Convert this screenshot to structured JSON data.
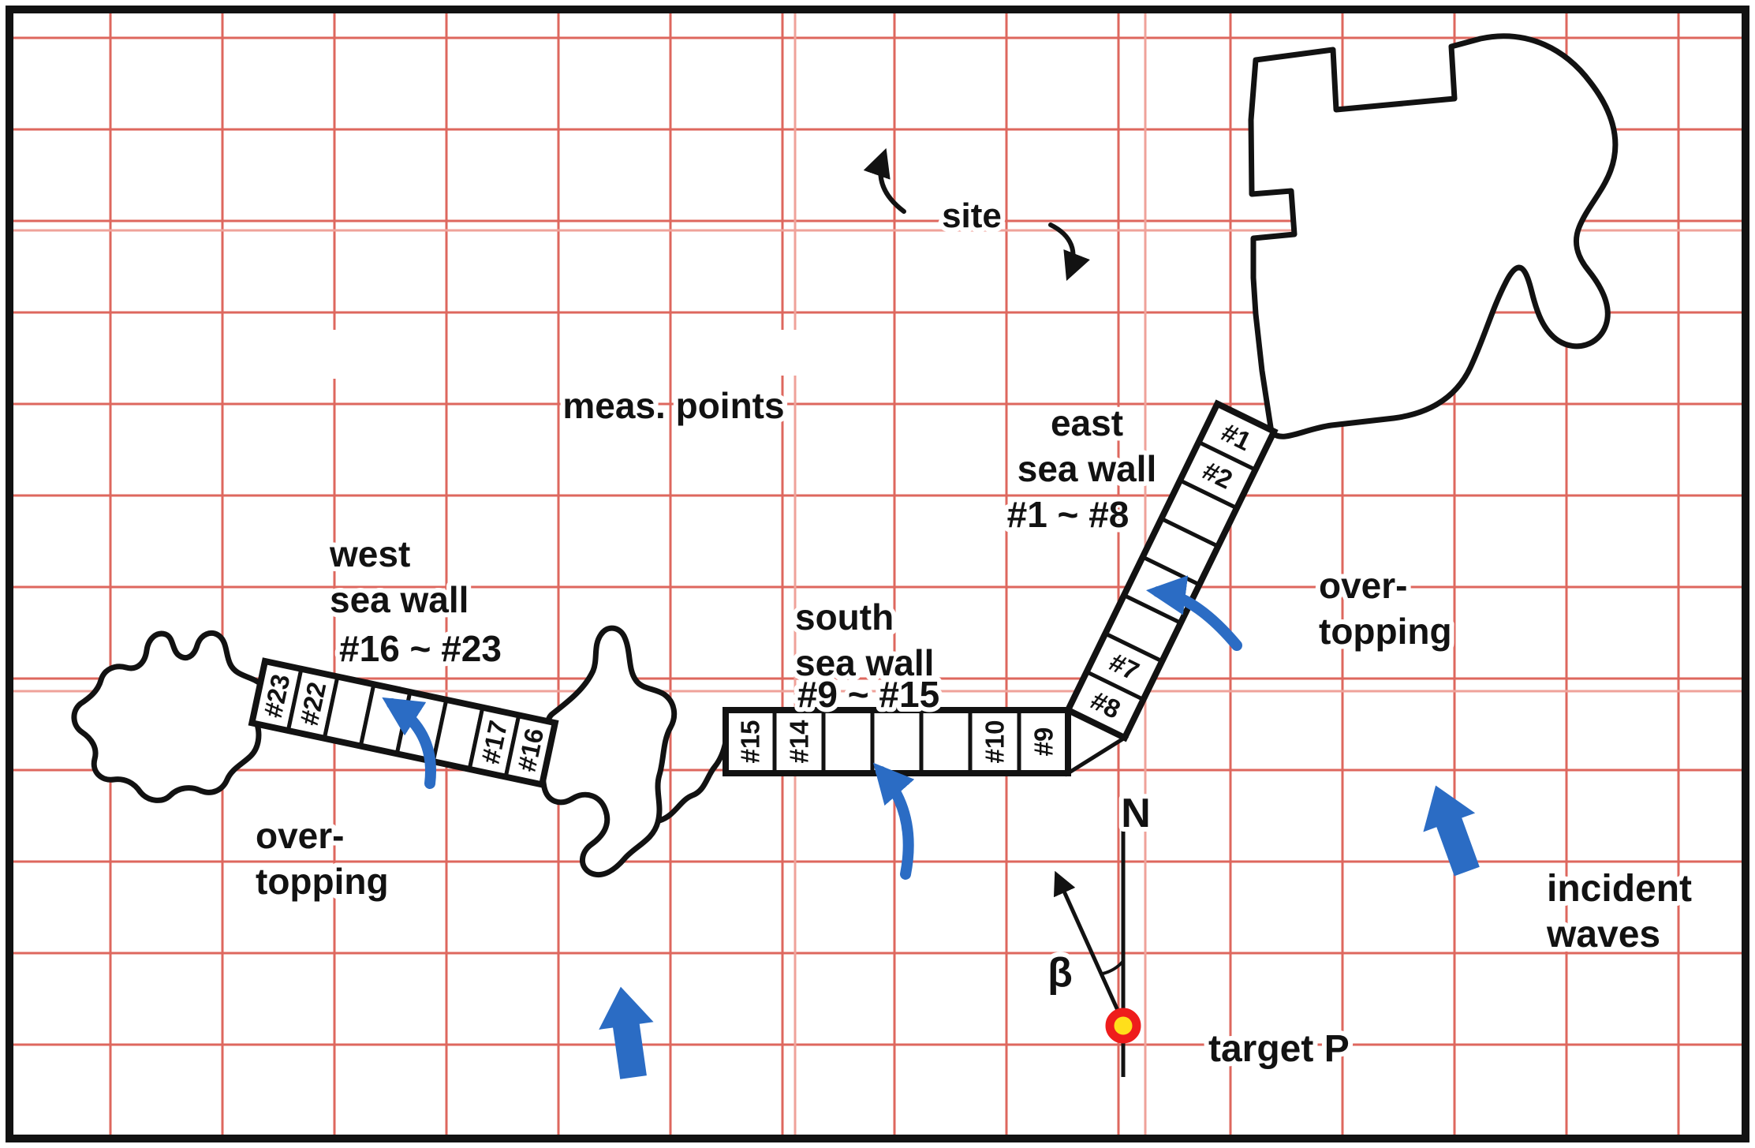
{
  "colors": {
    "grid": "#de675e",
    "grid_light": "#efa29a",
    "outline": "#121212",
    "arrow_blue": "#2b6cc4",
    "target_ring": "#ee1c1c",
    "target_center": "#ffdf1b",
    "text": "#121212",
    "background": "#ffffff"
  },
  "annotations": {
    "site": "site",
    "meas_points": "meas. points",
    "overtopping_east": {
      "line1": "over-",
      "line2": "topping"
    },
    "overtopping_west": {
      "line1": "over-",
      "line2": "topping"
    },
    "incident_waves": {
      "line1": "incident",
      "line2": "waves"
    },
    "target_point": "target P",
    "north": "N",
    "beta": "β"
  },
  "walls": {
    "east": {
      "name_line1": "east",
      "name_line2": "sea wall",
      "range": "#1 ~ #8",
      "cells": [
        "#1",
        "#2",
        "",
        "",
        "",
        "",
        "#7",
        "#8"
      ]
    },
    "south": {
      "name_line1": "south",
      "name_line2": "sea wall",
      "range": "#9 ~ #15",
      "cells": [
        "#15",
        "#14",
        "",
        "",
        "",
        "#10",
        "#9"
      ]
    },
    "west": {
      "name_line1": "west",
      "name_line2": "sea wall",
      "range": "#16 ~ #23",
      "cells": [
        "#23",
        "#22",
        "",
        "",
        "",
        "",
        "#17",
        "#16"
      ]
    }
  }
}
